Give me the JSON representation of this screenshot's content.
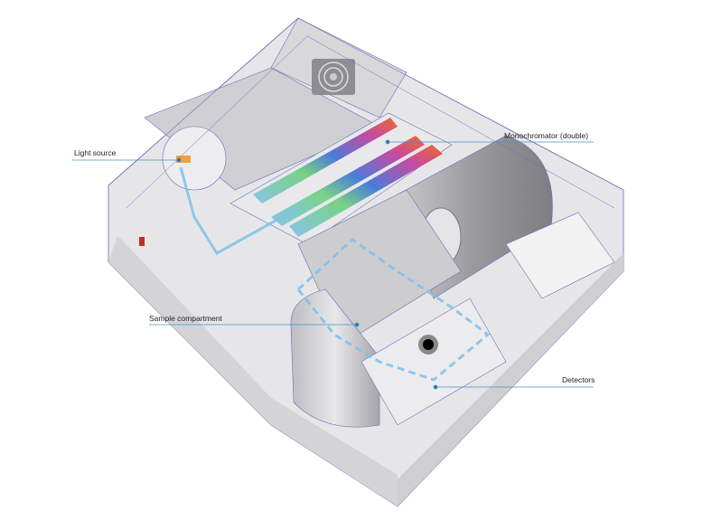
{
  "diagram": {
    "labels": {
      "light_source": "Light source",
      "monochromator": "Monochromator (double)",
      "sample_compartment": "Sample compartment",
      "detectors": "Detectors"
    },
    "colors": {
      "leader_line": "#4a90c8",
      "outline": "#6b6fb8",
      "beam": "#7fc0ea",
      "body": "#e4e4e6"
    }
  }
}
